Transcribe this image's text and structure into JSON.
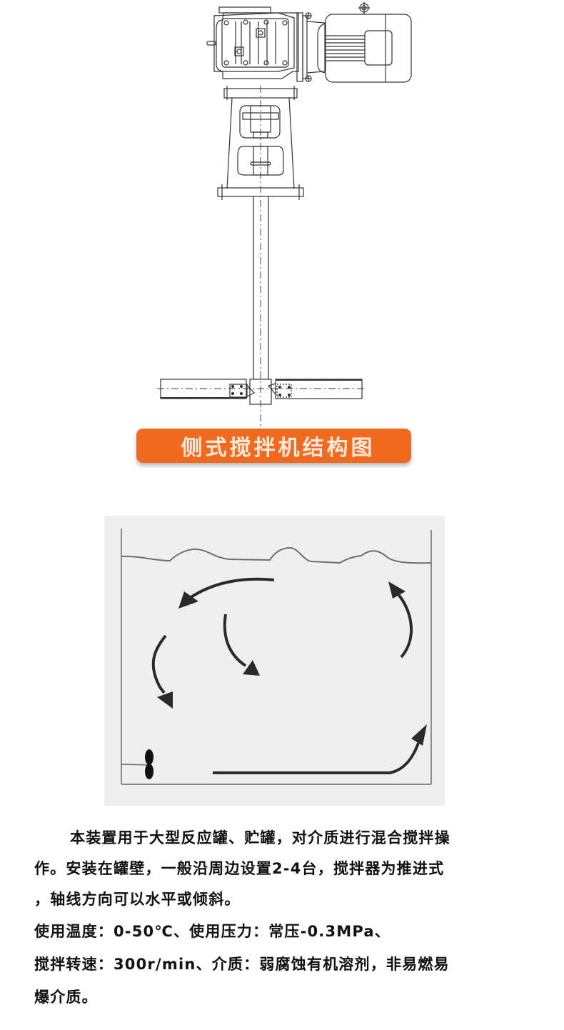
{
  "figure1": {
    "title": "侧式搅拌机结构图",
    "description": "Line drawing of side-entry agitator: gear reducer with motor on top, support frame with coupling windows, mounting flange, long shaft, and propeller blades at bottom",
    "banner_color": "#f26a1f",
    "banner_text_color": "#fde8da"
  },
  "figure2": {
    "description": "Tank flow pattern diagram with liquid surface line, propeller at lower left wall, and circulation arrows",
    "background": "#efefef",
    "arrow_color": "#2a2a2a"
  },
  "description": {
    "paragraph1_lines": [
      "本装置用于大型反应罐、贮罐，对介质进行混合搅拌操",
      "作。安装在罐壁，一般沿周边设置2-4台，搅拌器为推进式",
      "，轴线方向可以水平或倾斜。"
    ],
    "spec_lines": [
      "使用温度：0-50℃、使用压力：常压-0.3MPa、",
      "搅拌转速：300r/min、介质：弱腐蚀有机溶剂，非易燃易",
      "爆介质。"
    ]
  }
}
